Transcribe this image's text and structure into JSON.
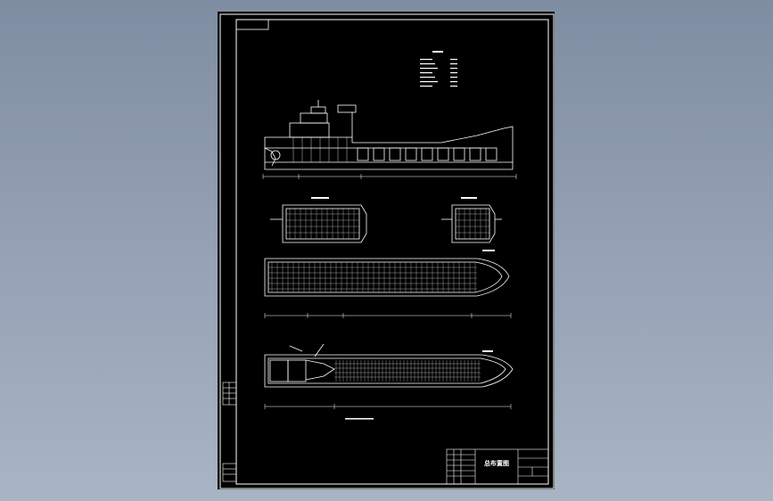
{
  "viewer": {
    "background_top": "#7f8da2",
    "background_bottom": "#a9b4c4",
    "sheet_color": "#000000",
    "line_color": "#ffffff"
  },
  "drawing": {
    "views": [
      "profile-view",
      "upper-deck-plan",
      "forecastle-plan",
      "main-deck-plan",
      "hold-plan"
    ],
    "title_block": {
      "title": "总布置图"
    }
  }
}
